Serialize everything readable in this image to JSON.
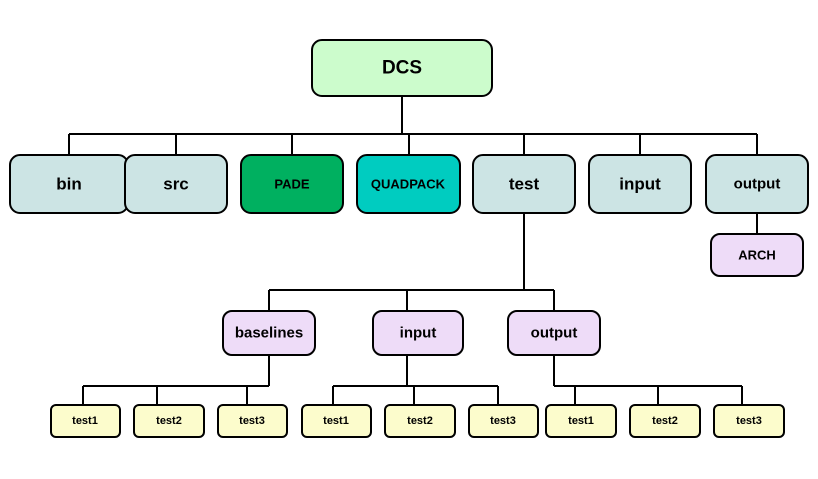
{
  "colors": {
    "root": "#ccfccc",
    "folder": "#cce4e4",
    "pade": "#00b060",
    "quadpack": "#00ccc0",
    "subfolder": "#eedcf8",
    "leaf": "#fcfccc",
    "line": "#000000"
  },
  "nodes": {
    "root": {
      "label": "DCS"
    },
    "bin": {
      "label": "bin"
    },
    "src": {
      "label": "src"
    },
    "pade": {
      "label": "PADE"
    },
    "quadpack": {
      "label": "QUADPACK"
    },
    "test": {
      "label": "test"
    },
    "input": {
      "label": "input"
    },
    "output": {
      "label": "output"
    },
    "arch": {
      "label": "ARCH"
    },
    "test_baselines": {
      "label": "baselines"
    },
    "test_input": {
      "label": "input"
    },
    "test_output": {
      "label": "output"
    },
    "baselines_test1": {
      "label": "test1"
    },
    "baselines_test2": {
      "label": "test2"
    },
    "baselines_test3": {
      "label": "test3"
    },
    "input_test1": {
      "label": "test1"
    },
    "input_test2": {
      "label": "test2"
    },
    "input_test3": {
      "label": "test3"
    },
    "output_test1": {
      "label": "test1"
    },
    "output_test2": {
      "label": "test2"
    },
    "output_test3": {
      "label": "test3"
    }
  }
}
